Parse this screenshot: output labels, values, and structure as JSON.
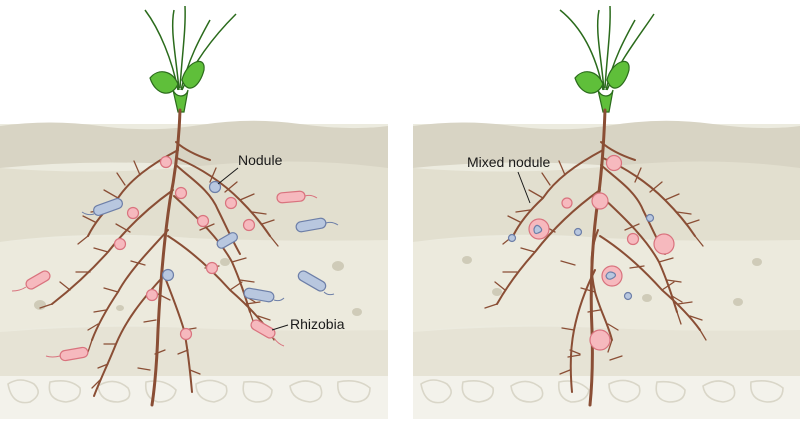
{
  "panels": [
    {
      "id": "left",
      "labels": {
        "nodule": "Nodule",
        "rhizobia": "Rhizobia"
      }
    },
    {
      "id": "right",
      "labels": {
        "mixed_nodule": "Mixed nodule"
      }
    }
  ],
  "colors": {
    "soil_top": "#d8d4c4",
    "soil_mid": "#e5e2d2",
    "soil_low": "#ecebdf",
    "soil_bottom": "#f1f0e8",
    "pebble": "#cdc9b5",
    "plant_green": "#5fbf3a",
    "plant_outline": "#2b6b1c",
    "root": "#8a4e35",
    "nodule_pink": "#f6b9be",
    "nodule_outline": "#d9737e",
    "bacteria_blue": "#b8c7df",
    "bacteria_outline": "#6d7fa8"
  }
}
